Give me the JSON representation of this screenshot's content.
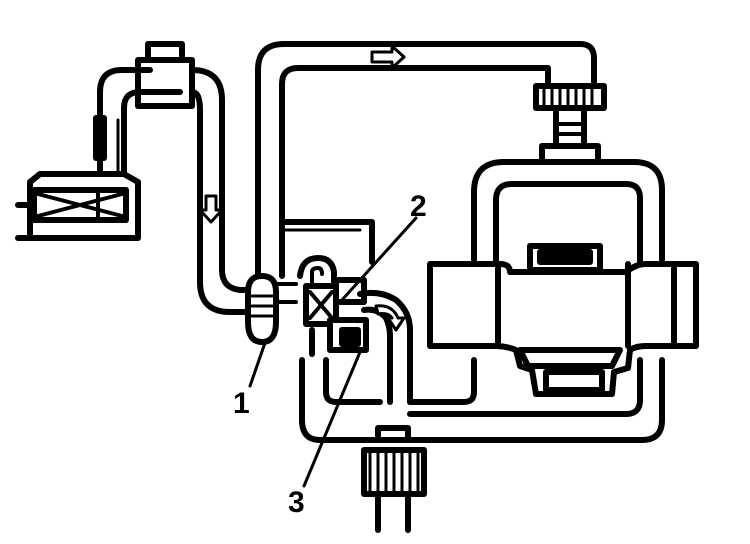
{
  "callouts": {
    "one": "1",
    "two": "2",
    "three": "3"
  },
  "colors": {
    "line": "#000000",
    "fill": "#ffffff"
  },
  "flow_arrows": [
    "right-arrow-icon",
    "down-arrow-icon",
    "curved-arrow-icon"
  ]
}
